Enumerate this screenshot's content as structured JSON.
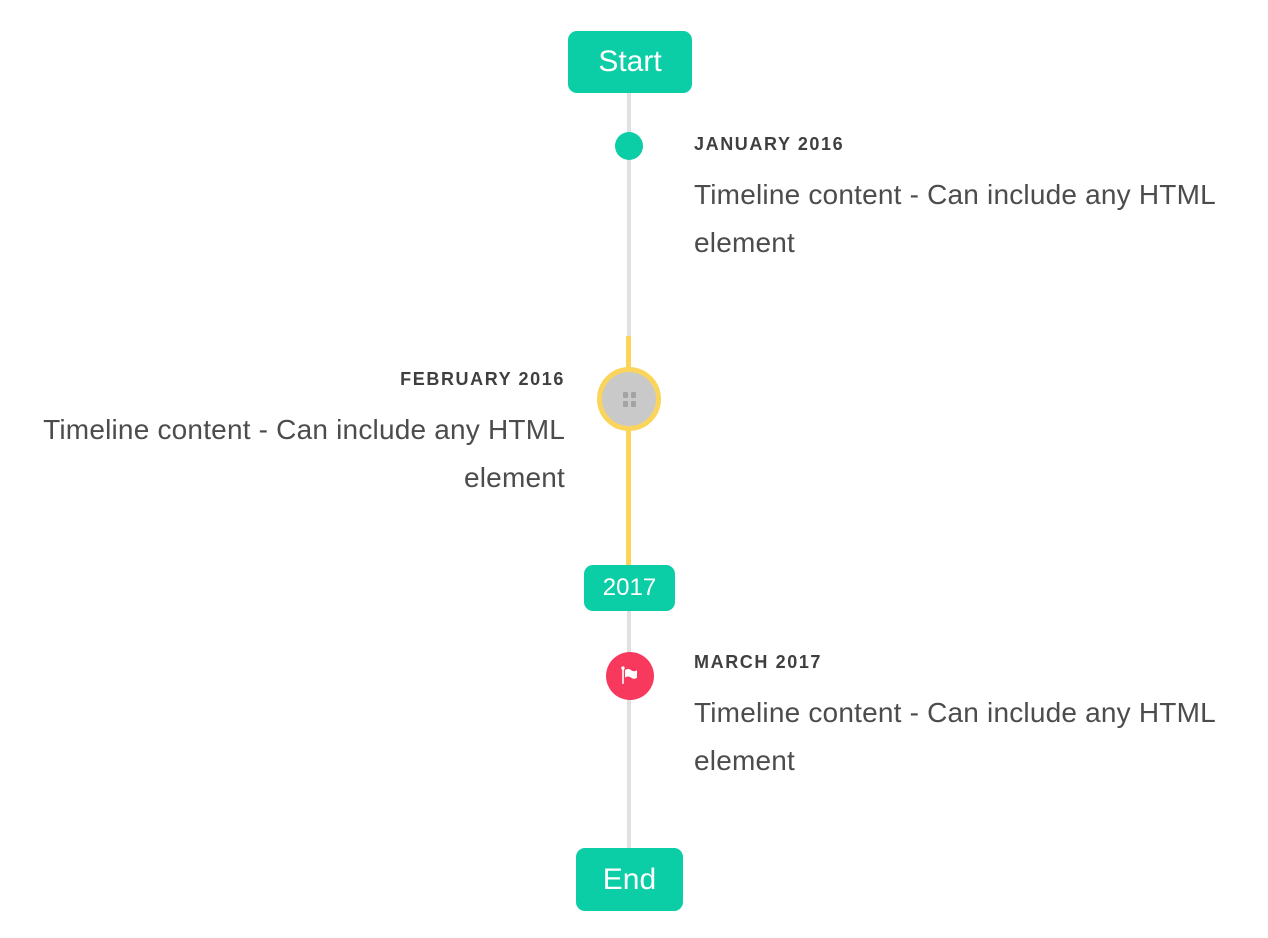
{
  "timeline": {
    "start_badge": "Start",
    "year_badge": "2017",
    "end_badge": "End",
    "items": [
      {
        "title": "JANUARY 2016",
        "content": "Timeline content - Can include any HTML element",
        "side": "right",
        "marker": "teal-dot"
      },
      {
        "title": "FEBRUARY 2016",
        "content": "Timeline content - Can include any HTML element",
        "side": "left",
        "marker": "gray-circle-yellow-ring"
      },
      {
        "title": "MARCH 2017",
        "content": "Timeline content - Can include any HTML element",
        "side": "right",
        "marker": "pink-flag"
      }
    ],
    "colors": {
      "accent_teal": "#0BCDA6",
      "accent_yellow": "#FBD55B",
      "accent_pink": "#F8395E",
      "line_gray": "#E0E0E0",
      "circle_gray": "#C9C9C9",
      "glyph_gray": "#A3A3A3",
      "heading_text": "#3F3F3F",
      "body_text": "#4C4C4C"
    }
  }
}
